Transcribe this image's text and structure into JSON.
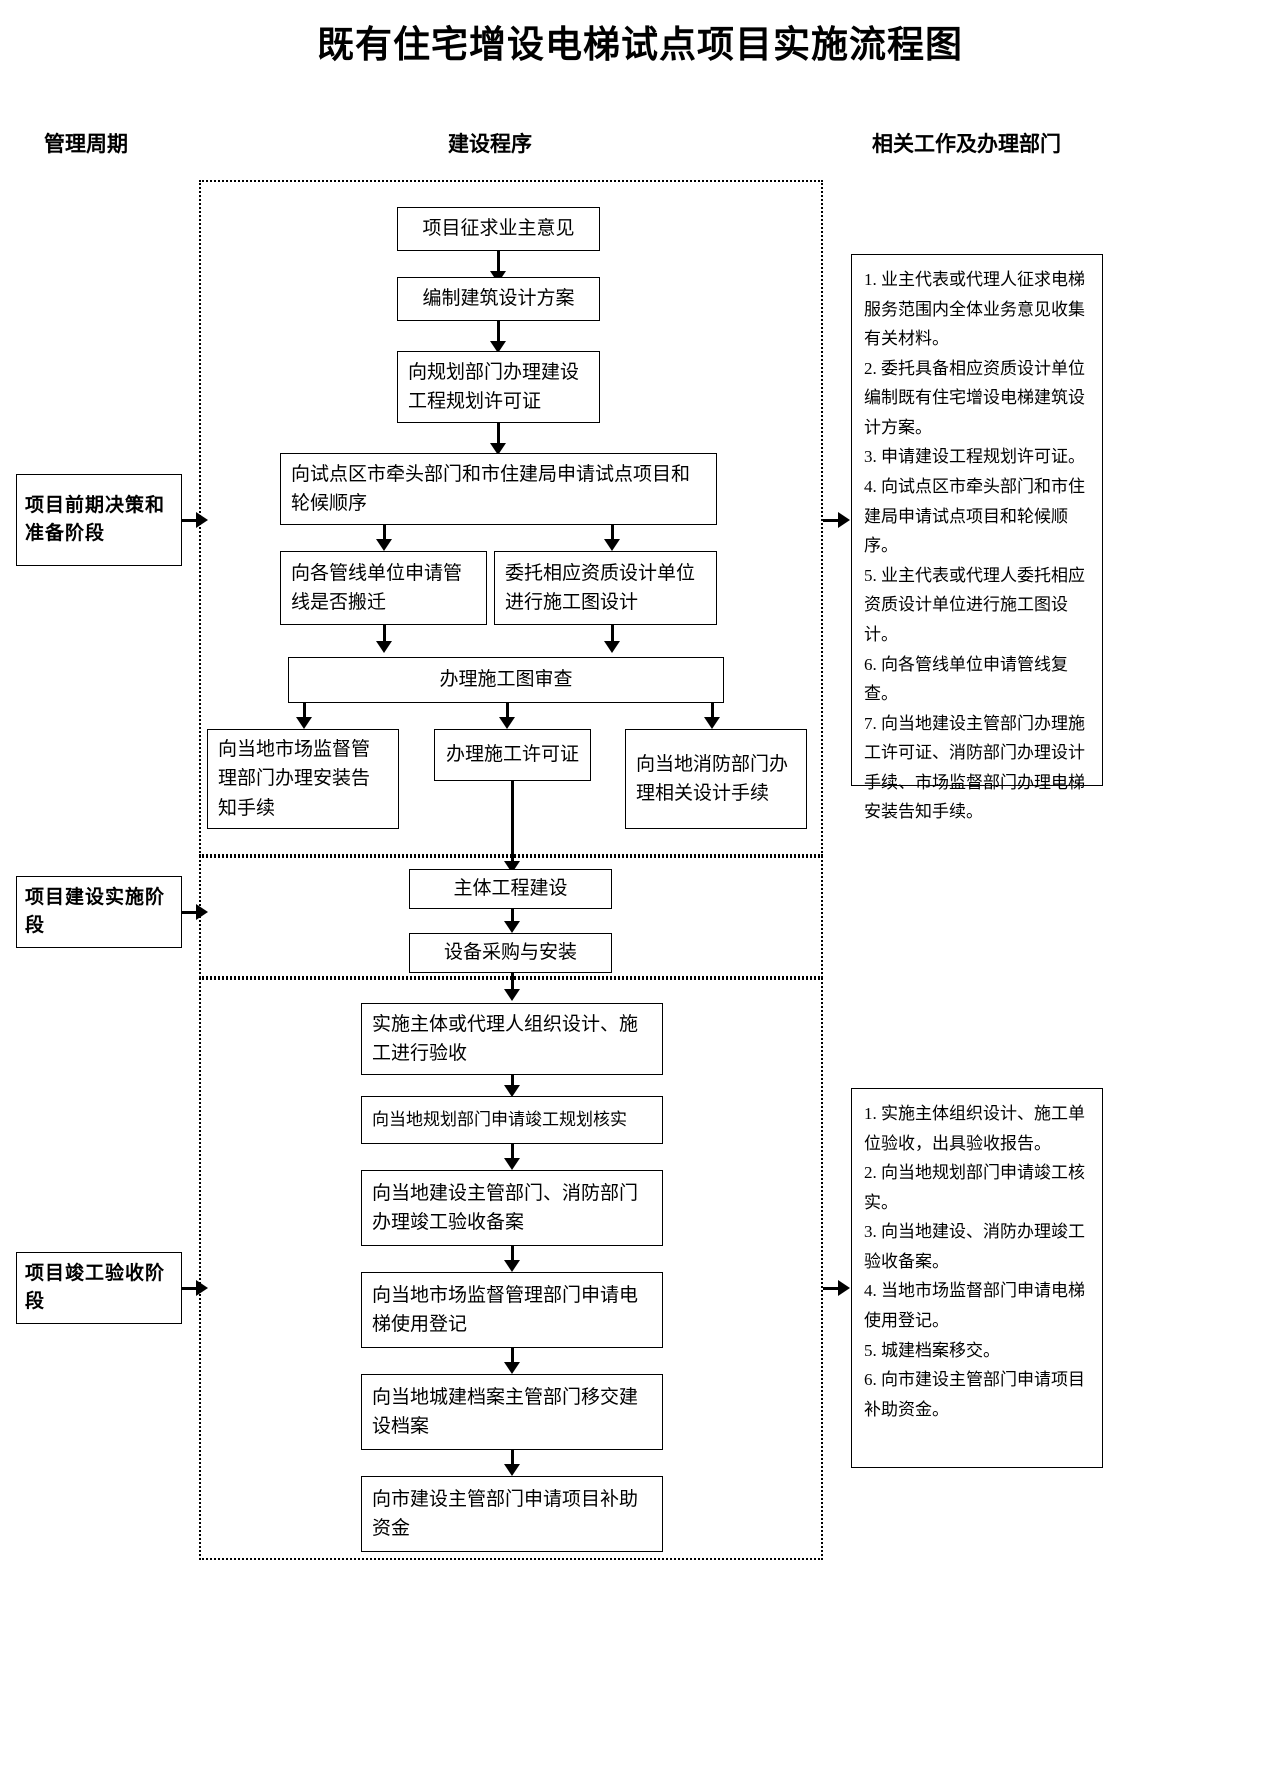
{
  "title": "既有住宅增设电梯试点项目实施流程图",
  "headers": {
    "cycle": "管理周期",
    "procedure": "建设程序",
    "departments": "相关工作及办理部门"
  },
  "stages": [
    {
      "id": "stage-1",
      "label": "项目前期决策和准备阶段"
    },
    {
      "id": "stage-2",
      "label": "项目建设实施阶段"
    },
    {
      "id": "stage-3",
      "label": "项目竣工验收阶段"
    }
  ],
  "steps": {
    "s1": "项目征求业主意见",
    "s2": "编制建筑设计方案",
    "s3": "向规划部门办理建设工程规划许可证",
    "s4": "向试点区市牵头部门和市住建局申请试点项目和轮候顺序",
    "s5a": "向各管线单位申请管线是否搬迁",
    "s5b": "委托相应资质设计单位进行施工图设计",
    "s6": "办理施工图审查",
    "s7a": "向当地市场监督管理部门办理安装告知手续",
    "s7b": "办理施工许可证",
    "s7c": "向当地消防部门办理相关设计手续",
    "s8": "主体工程建设",
    "s9": "设备采购与安装",
    "s10": "实施主体或代理人组织设计、施工进行验收",
    "s11": "向当地规划部门申请竣工规划核实",
    "s12": "向当地建设主管部门、消防部门办理竣工验收备案",
    "s13": "向当地市场监督管理部门申请电梯使用登记",
    "s14": "向当地城建档案主管部门移交建设档案",
    "s15": "向市建设主管部门申请项目补助资金"
  },
  "notes": {
    "note1": "1. 业主代表或代理人征求电梯服务范围内全体业务意见收集有关材料。\n2. 委托具备相应资质设计单位编制既有住宅增设电梯建筑设计方案。\n3. 申请建设工程规划许可证。\n4. 向试点区市牵头部门和市住建局申请试点项目和轮候顺序。\n5. 业主代表或代理人委托相应资质设计单位进行施工图设计。\n6. 向各管线单位申请管线复查。\n7. 向当地建设主管部门办理施工许可证、消防部门办理设计手续、市场监督部门办理电梯安装告知手续。",
    "note2": "1. 实施主体组织设计、施工单位验收，出具验收报告。\n2. 向当地规划部门申请竣工核实。\n3. 向当地建设、消防办理竣工验收备案。\n4. 当地市场监督部门申请电梯使用登记。\n5. 城建档案移交。\n6. 向市建设主管部门申请项目补助资金。"
  },
  "colors": {
    "line": "#000000",
    "background": "#ffffff"
  }
}
